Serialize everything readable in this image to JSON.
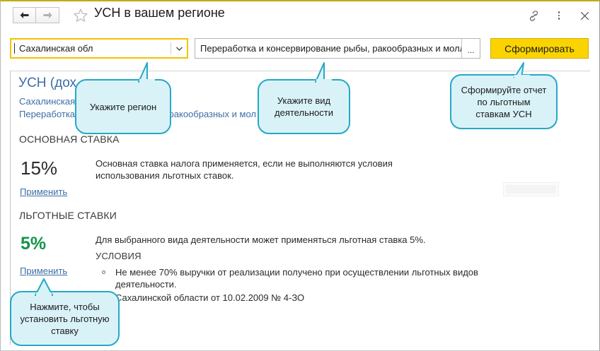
{
  "window": {
    "title": "УСН в вашем регионе",
    "icons": {
      "back": "back-arrow-icon",
      "forward": "forward-arrow-icon",
      "favorite": "star-icon",
      "link": "link-icon",
      "more": "more-vertical-icon",
      "close": "close-icon"
    }
  },
  "toolbar": {
    "region_value": "Сахалинская обл",
    "region_dropdown_icon": "chevron-down-icon",
    "activity_value": "Переработка и консервирование рыбы, ракообразных и молл",
    "activity_ellipsis_label": "...",
    "generate_label": "Сформировать"
  },
  "content": {
    "title": "УСН (дох",
    "subtitle_line1": "Сахалинская",
    "subtitle_line2_left": "Переработка",
    "subtitle_line2_right": ", ракообразных и мол",
    "main_section": {
      "heading": "ОСНОВНАЯ СТАВКА",
      "rate": "15%",
      "description": "Основная ставка налога применяется, если не выполняются условия использования льготных ставок.",
      "apply_label": "Применить"
    },
    "benefit_section": {
      "heading": "ЛЬГОТНЫЕ СТАВКИ",
      "rate": "5%",
      "description": "Для выбранного вида деятельности может применяться льготная ставка 5%.",
      "conditions_heading": "УСЛОВИЯ",
      "conditions": [
        "Не менее 70% выручки от реализации получено при осуществлении льготных видов деятельности."
      ],
      "law_reference": "Сахалинской области от 10.02.2009 № 4-ЗО",
      "apply_label": "Применить"
    }
  },
  "callouts": {
    "region": "Укажите регион",
    "activity_line1": "Укажите вид",
    "activity_line2": "деятельности",
    "report_line1": "Сформируйте отчет",
    "report_line2": "по льготным",
    "report_line3": "ставкам УСН",
    "apply_line1": "Нажмите, чтобы",
    "apply_line2": "установить льготную",
    "apply_line3": "ставку"
  },
  "colors": {
    "accent_yellow": "#fbd400",
    "focus_border": "#f2c200",
    "link_blue": "#3c6ea5",
    "benefit_green": "#14944b",
    "callout_fill": "#d9f2f8",
    "callout_border": "#25a8c4"
  }
}
